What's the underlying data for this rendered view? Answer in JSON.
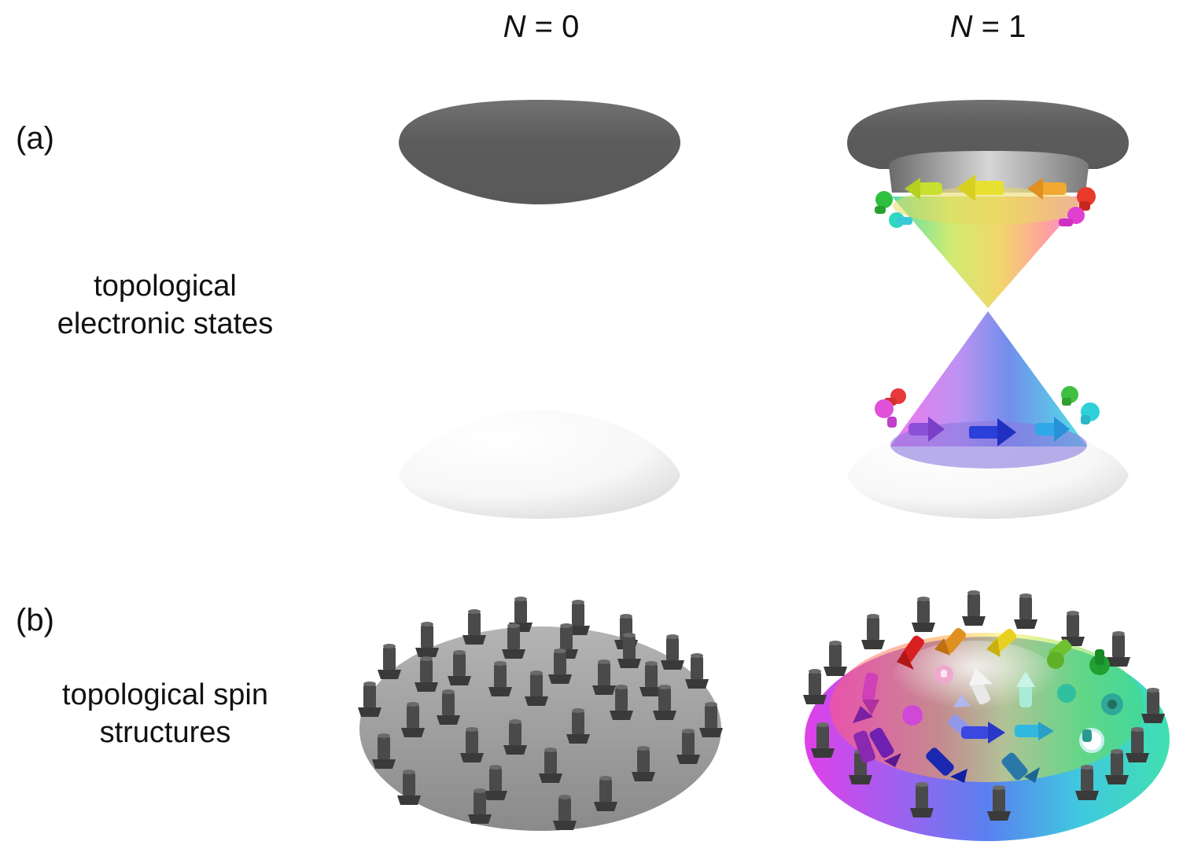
{
  "columns": {
    "left": {
      "italic": "N",
      "rest": " = 0"
    },
    "right": {
      "italic": "N",
      "rest": " = 1"
    }
  },
  "rows": {
    "a": {
      "tag": "(a)",
      "line1": "topological",
      "line2": "electronic states"
    },
    "b": {
      "tag": "(b)",
      "line1": "topological spin",
      "line2": "structures"
    }
  },
  "colors": {
    "band_dark": "#5f5f5f",
    "band_light": "#f2f2f2",
    "disk_gray": "#9a9a9a",
    "spin_gray": "#4a4a4a"
  }
}
